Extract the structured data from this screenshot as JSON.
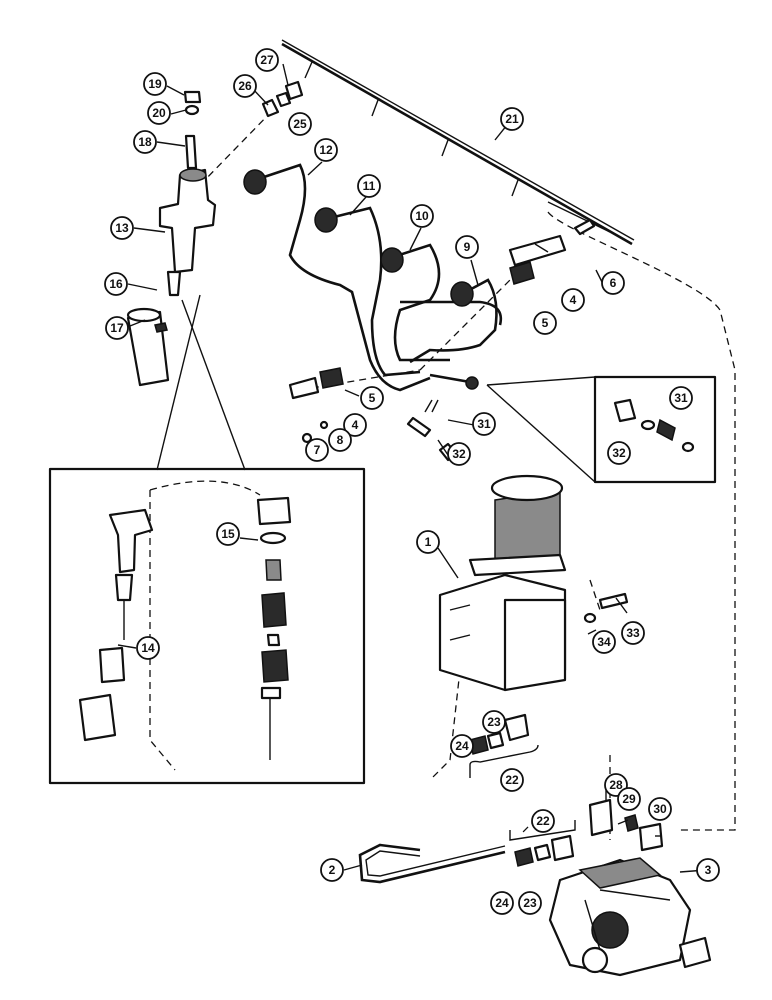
{
  "callouts": [
    {
      "id": "1",
      "label": "1"
    },
    {
      "id": "2",
      "label": "2"
    },
    {
      "id": "3",
      "label": "3"
    },
    {
      "id": "4a",
      "label": "4"
    },
    {
      "id": "4b",
      "label": "4"
    },
    {
      "id": "5a",
      "label": "5"
    },
    {
      "id": "5b",
      "label": "5"
    },
    {
      "id": "6",
      "label": "6"
    },
    {
      "id": "7",
      "label": "7"
    },
    {
      "id": "8",
      "label": "8"
    },
    {
      "id": "9",
      "label": "9"
    },
    {
      "id": "10",
      "label": "10"
    },
    {
      "id": "11",
      "label": "11"
    },
    {
      "id": "12",
      "label": "12"
    },
    {
      "id": "13",
      "label": "13"
    },
    {
      "id": "14",
      "label": "14"
    },
    {
      "id": "15",
      "label": "15"
    },
    {
      "id": "16",
      "label": "16"
    },
    {
      "id": "17",
      "label": "17"
    },
    {
      "id": "18",
      "label": "18"
    },
    {
      "id": "19",
      "label": "19"
    },
    {
      "id": "20",
      "label": "20"
    },
    {
      "id": "21",
      "label": "21"
    },
    {
      "id": "22a",
      "label": "22"
    },
    {
      "id": "22b",
      "label": "22"
    },
    {
      "id": "23a",
      "label": "23"
    },
    {
      "id": "23b",
      "label": "23"
    },
    {
      "id": "24a",
      "label": "24"
    },
    {
      "id": "24b",
      "label": "24"
    },
    {
      "id": "25",
      "label": "25"
    },
    {
      "id": "26",
      "label": "26"
    },
    {
      "id": "27",
      "label": "27"
    },
    {
      "id": "28",
      "label": "28"
    },
    {
      "id": "29",
      "label": "29"
    },
    {
      "id": "30",
      "label": "30"
    },
    {
      "id": "31a",
      "label": "31"
    },
    {
      "id": "31b",
      "label": "31"
    },
    {
      "id": "32a",
      "label": "32"
    },
    {
      "id": "32b",
      "label": "32"
    },
    {
      "id": "33",
      "label": "33"
    },
    {
      "id": "34",
      "label": "34"
    }
  ],
  "colors": {
    "ink": "#111111",
    "paper": "#ffffff"
  }
}
